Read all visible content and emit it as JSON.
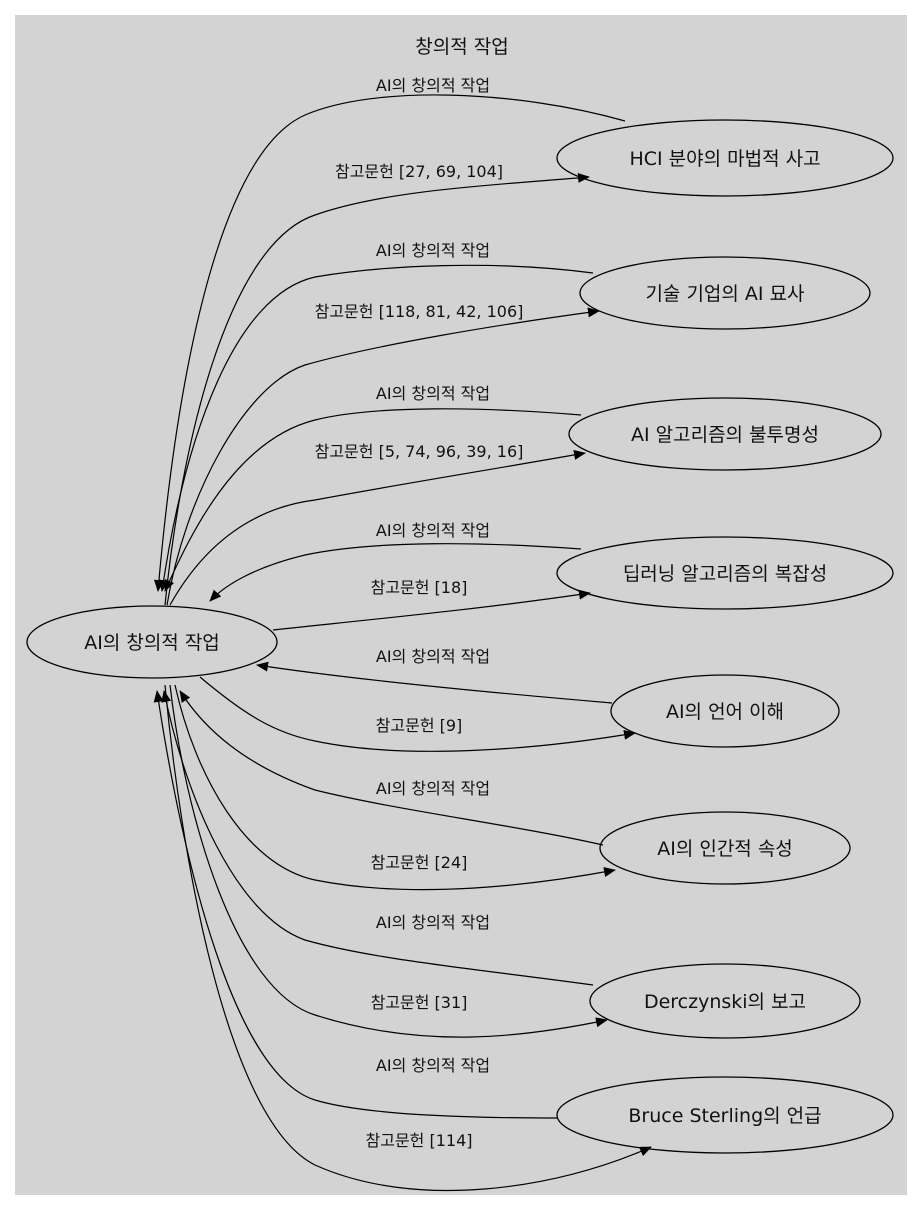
{
  "diagram": {
    "title": "창의적 작업",
    "center_node": "AI의 창의적 작업",
    "nodes": [
      "HCI 분야의 마법적 사고",
      "기술 기업의 AI 묘사",
      "AI 알고리즘의 불투명성",
      "딥러닝 알고리즘의 복잡성",
      "AI의 언어 이해",
      "AI의 인간적 속성",
      "Derczynski의 보고",
      "Bruce Sterling의 언급"
    ],
    "edges": [
      {
        "from": "AI의 창의적 작업",
        "to": "HCI 분야의 마법적 사고",
        "label": "참고문헌 [27, 69, 104]"
      },
      {
        "from": "HCI 분야의 마법적 사고",
        "to": "AI의 창의적 작업",
        "label": "AI의 창의적 작업"
      },
      {
        "from": "AI의 창의적 작업",
        "to": "기술 기업의 AI 묘사",
        "label": "참고문헌 [118, 81, 42, 106]"
      },
      {
        "from": "기술 기업의 AI 묘사",
        "to": "AI의 창의적 작업",
        "label": "AI의 창의적 작업"
      },
      {
        "from": "AI의 창의적 작업",
        "to": "AI 알고리즘의 불투명성",
        "label": "참고문헌 [5, 74, 96, 39, 16]"
      },
      {
        "from": "AI 알고리즘의 불투명성",
        "to": "AI의 창의적 작업",
        "label": "AI의 창의적 작업"
      },
      {
        "from": "AI의 창의적 작업",
        "to": "딥러닝 알고리즘의 복잡성",
        "label": "참고문헌 [18]"
      },
      {
        "from": "딥러닝 알고리즘의 복잡성",
        "to": "AI의 창의적 작업",
        "label": "AI의 창의적 작업"
      },
      {
        "from": "AI의 창의적 작업",
        "to": "AI의 언어 이해",
        "label": "참고문헌 [9]"
      },
      {
        "from": "AI의 언어 이해",
        "to": "AI의 창의적 작업",
        "label": "AI의 창의적 작업"
      },
      {
        "from": "AI의 창의적 작업",
        "to": "AI의 인간적 속성",
        "label": "참고문헌 [24]"
      },
      {
        "from": "AI의 인간적 속성",
        "to": "AI의 창의적 작업",
        "label": "AI의 창의적 작업"
      },
      {
        "from": "AI의 창의적 작업",
        "to": "Derczynski의 보고",
        "label": "참고문헌 [31]"
      },
      {
        "from": "Derczynski의 보고",
        "to": "AI의 창의적 작업",
        "label": "AI의 창의적 작업"
      },
      {
        "from": "AI의 창의적 작업",
        "to": "Bruce Sterling의 언급",
        "label": "참고문헌 [114]"
      },
      {
        "from": "Bruce Sterling의 언급",
        "to": "AI의 창의적 작업",
        "label": "AI의 창의적 작업"
      }
    ]
  }
}
